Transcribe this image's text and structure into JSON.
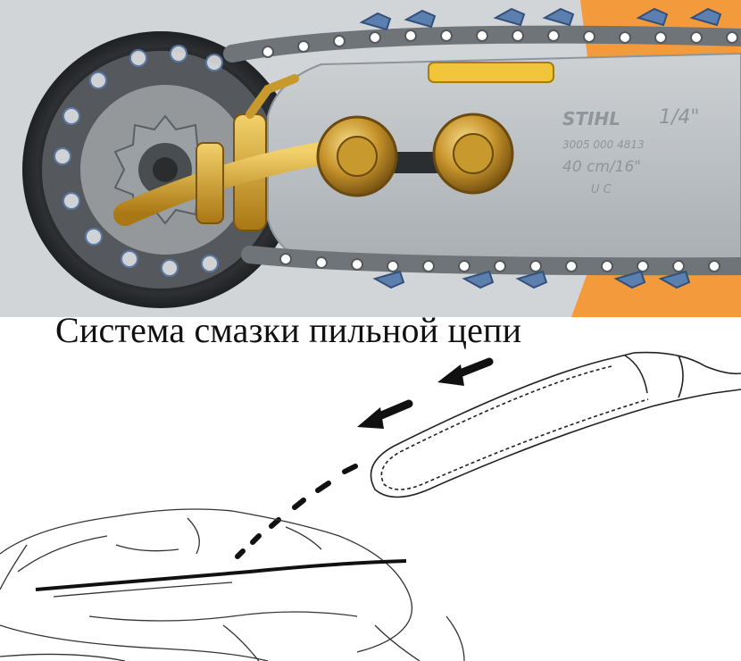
{
  "caption": "Система смазки пильной цепи",
  "bar_markings": {
    "brand": "STIHL",
    "code": "3005 000 4813",
    "length": "40 cm/16\"",
    "spec": "1/4\"",
    "letters": "U C"
  },
  "colors": {
    "background_top": "#d2d5d8",
    "orange_accent": "#f29a3c",
    "brass": "#c89a2e",
    "bar_gray": "#b8bdc1",
    "chain_blue": "#5b7fae"
  },
  "icons": {
    "sprocket": "sprocket-icon",
    "oil-pump": "oil-pump-icon",
    "bar-nut": "bar-nut-icon",
    "arrow": "arrow-left-icon"
  }
}
